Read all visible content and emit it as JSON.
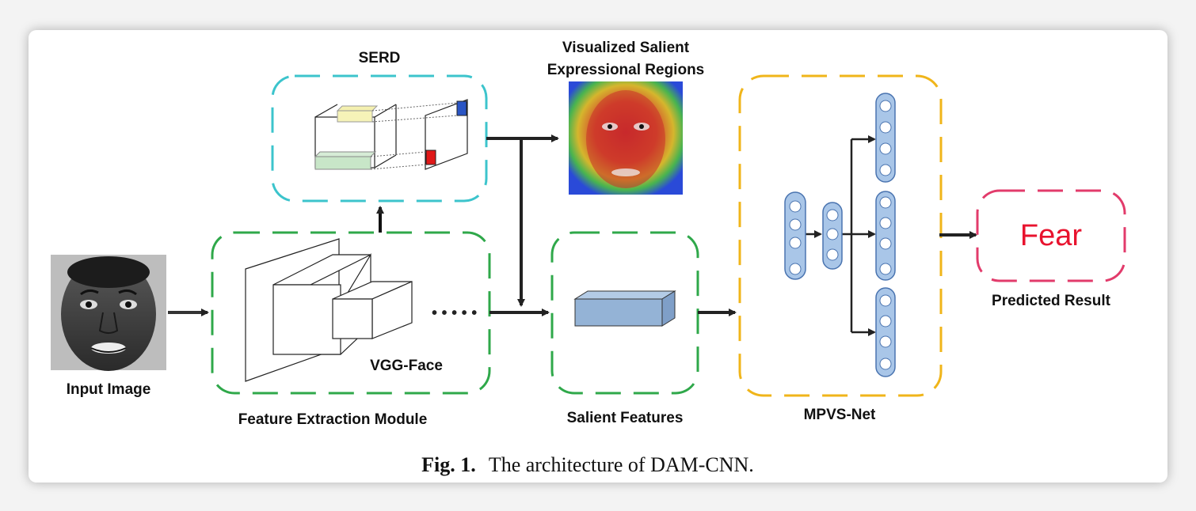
{
  "figure": {
    "labels": {
      "serd": "SERD",
      "visualized_line1": "Visualized Salient",
      "visualized_line2": "Expressional Regions",
      "input_image": "Input Image",
      "feature_extraction": "Feature Extraction Module",
      "vgg_face": "VGG-Face",
      "salient_features": "Salient Features",
      "mpvs_net": "MPVS-Net",
      "predicted_result": "Predicted Result",
      "fear": "Fear"
    },
    "caption": {
      "prefix": "Fig. 1.",
      "text": "The architecture of DAM-CNN."
    },
    "colors": {
      "serd_border": "#3cc4cc",
      "green_border": "#2fa84a",
      "mpvs_border": "#f0b51a",
      "result_border": "#e23b6b",
      "fear_text": "#e8132e",
      "node_fill": "#a9c6e8",
      "node_stroke": "#4a74b0",
      "feature_block": "#94b3d6"
    }
  }
}
